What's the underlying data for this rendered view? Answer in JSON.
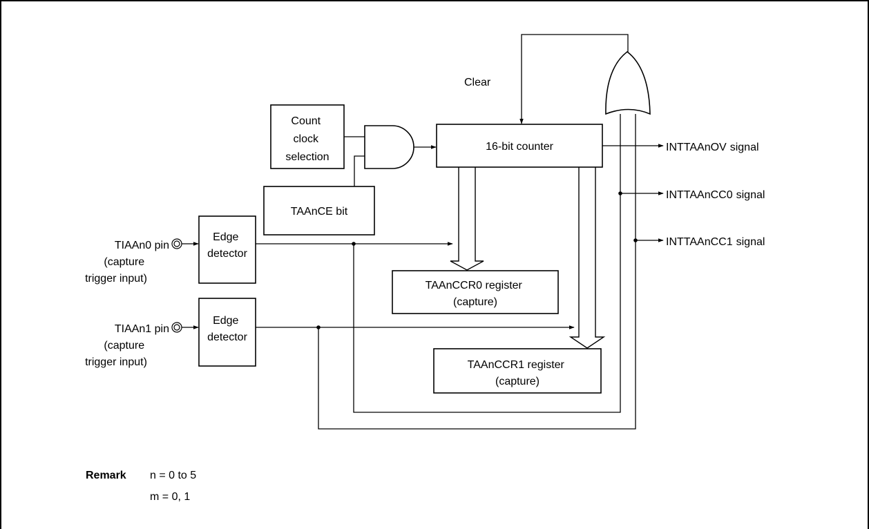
{
  "blocks": {
    "count_clock": [
      "Count",
      "clock",
      "selection"
    ],
    "taance_bit": "TAAnCE bit",
    "edge_detector_0": [
      "Edge",
      "detector"
    ],
    "edge_detector_1": [
      "Edge",
      "detector"
    ],
    "counter": "16-bit counter",
    "ccr0": [
      "TAAnCCR0 register",
      "(capture)"
    ],
    "ccr1": [
      "TAAnCCR1 register",
      "(capture)"
    ]
  },
  "labels": {
    "clear": "Clear"
  },
  "pins": [
    {
      "name": "TIAAn0 pin",
      "desc": [
        "(capture",
        "trigger input)"
      ]
    },
    {
      "name": "TIAAn1 pin",
      "desc": [
        "(capture",
        "trigger input)"
      ]
    }
  ],
  "outputs": [
    {
      "name": "INTTAAnOV",
      "suffix": "signal"
    },
    {
      "name": "INTTAAnCC0",
      "suffix": "signal"
    },
    {
      "name": "INTTAAnCC1",
      "suffix": "signal"
    }
  ],
  "remark": {
    "label": "Remark",
    "lines": [
      "n = 0 to 5",
      "m = 0, 1"
    ]
  }
}
